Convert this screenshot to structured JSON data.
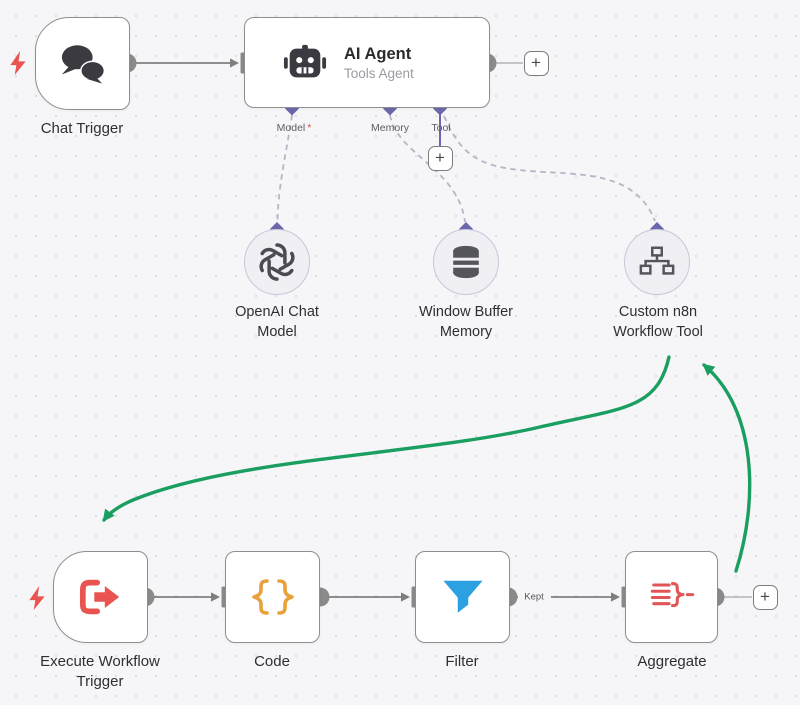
{
  "app": {
    "name": "n8n workflow canvas"
  },
  "colors": {
    "canvas_bg": "#f6f6f8",
    "node_border": "#8e8e8e",
    "connector_gray": "#7f7f7f",
    "endpoint_gray": "#8a8a8a",
    "purple_port": "#6c67ad",
    "dashed_connection": "#b7b4c6",
    "success_green": "#1a9f61",
    "trigger_red": "#ea5450",
    "code_orange": "#e9a13b",
    "filter_blue": "#2ba1e1",
    "icon_dark": "#3a3a40"
  },
  "nodes": {
    "chat_trigger": {
      "label": "Chat Trigger",
      "icon": "chat-bubbles-icon"
    },
    "ai_agent": {
      "title": "AI Agent",
      "subtitle": "Tools Agent",
      "icon": "robot-icon",
      "ports": {
        "model": {
          "label": "Model",
          "required_mark": "*"
        },
        "memory": {
          "label": "Memory"
        },
        "tool": {
          "label": "Tool"
        }
      }
    },
    "openai_chat_model": {
      "label_line1": "OpenAI Chat",
      "label_line2": "Model",
      "icon": "openai-logo-icon"
    },
    "window_buffer_memory": {
      "label_line1": "Window Buffer",
      "label_line2": "Memory",
      "icon": "database-icon"
    },
    "custom_n8n_workflow_tool": {
      "label_line1": "Custom n8n",
      "label_line2": "Workflow Tool",
      "icon": "sitemap-icon"
    },
    "execute_workflow_trigger": {
      "label_line1": "Execute Workflow",
      "label_line2": "Trigger",
      "icon": "arrow-out-icon"
    },
    "code": {
      "label": "Code",
      "icon": "curly-braces-icon"
    },
    "filter": {
      "label": "Filter",
      "icon": "funnel-icon"
    },
    "aggregate": {
      "label": "Aggregate",
      "icon": "aggregate-icon"
    }
  },
  "edges": {
    "filter_to_aggregate_label": "Kept"
  },
  "buttons": {
    "add_node_label": "+"
  }
}
